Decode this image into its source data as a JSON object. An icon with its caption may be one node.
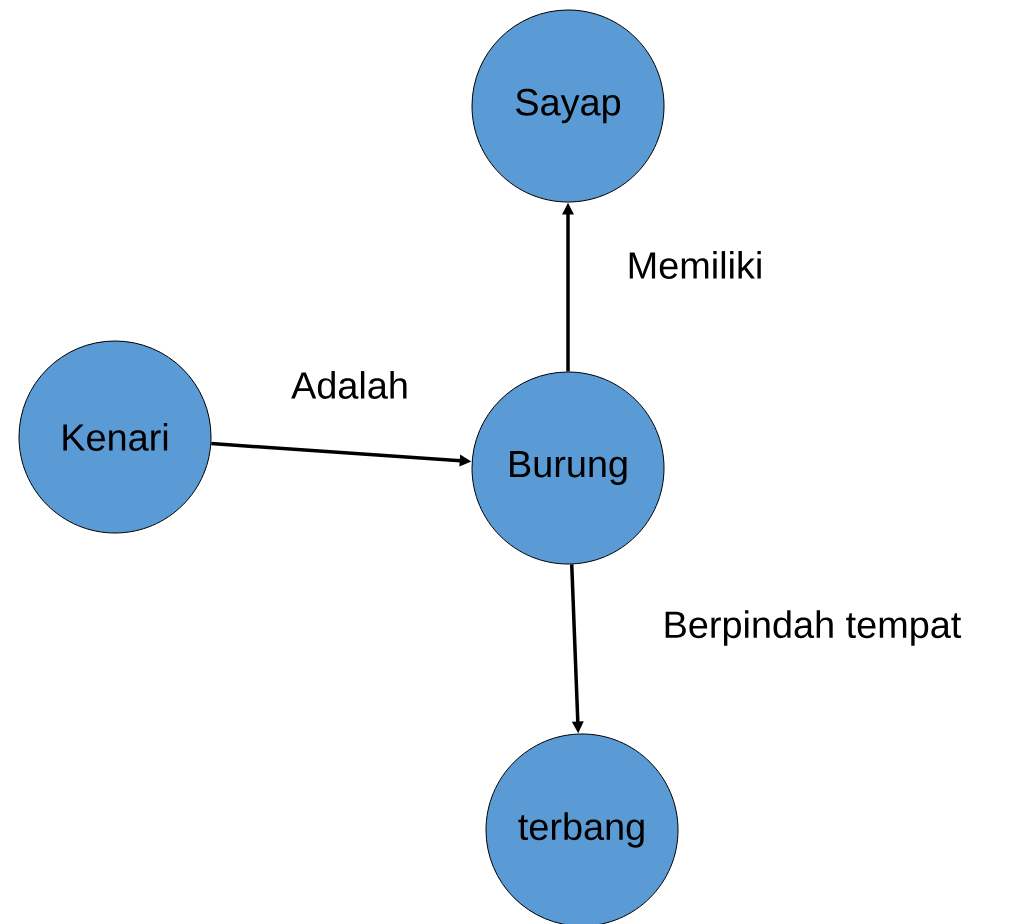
{
  "diagram": {
    "nodes": [
      {
        "text": [
          "Sayap"
        ]
      },
      {
        "text": [
          "Kenari"
        ]
      },
      {
        "text": [
          "Burung"
        ]
      },
      {
        "text": [
          "terbang"
        ]
      }
    ],
    "edges": [
      {
        "from": 1,
        "to": 2,
        "arrow": "to",
        "label": "Adalah"
      },
      {
        "from": 2,
        "to": 0,
        "arrow": "to",
        "label": "Memiliki"
      },
      {
        "from": 2,
        "to": 3,
        "arrow": "to",
        "label": "Berpindah tempat"
      }
    ]
  }
}
